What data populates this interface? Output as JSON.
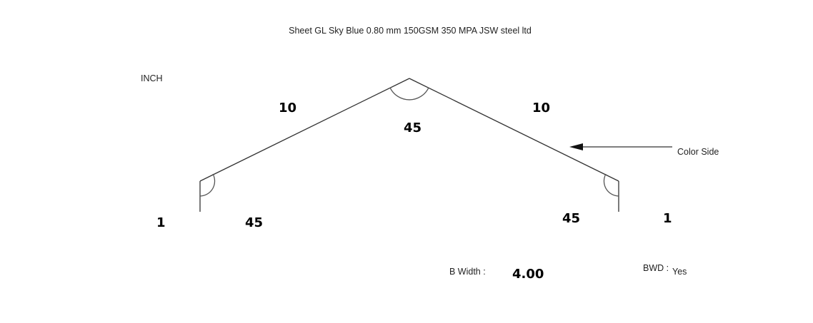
{
  "title": "Sheet GL Sky Blue 0.80 mm 150GSM 350 MPA JSW steel ltd",
  "unit": "INCH",
  "profile": {
    "left_segment_length": "10",
    "right_segment_length": "10",
    "apex_angle": "45",
    "left_return_length": "1",
    "left_bend_angle": "45",
    "right_bend_angle": "45",
    "right_return_length": "1"
  },
  "color_side_label": "Color Side",
  "b_width": {
    "label": "B Width :",
    "value": "4.00"
  },
  "bwd": {
    "label": "BWD :",
    "value": "Yes"
  },
  "colors": {
    "line": "#333333",
    "arc": "#555555",
    "text": "#000000"
  }
}
